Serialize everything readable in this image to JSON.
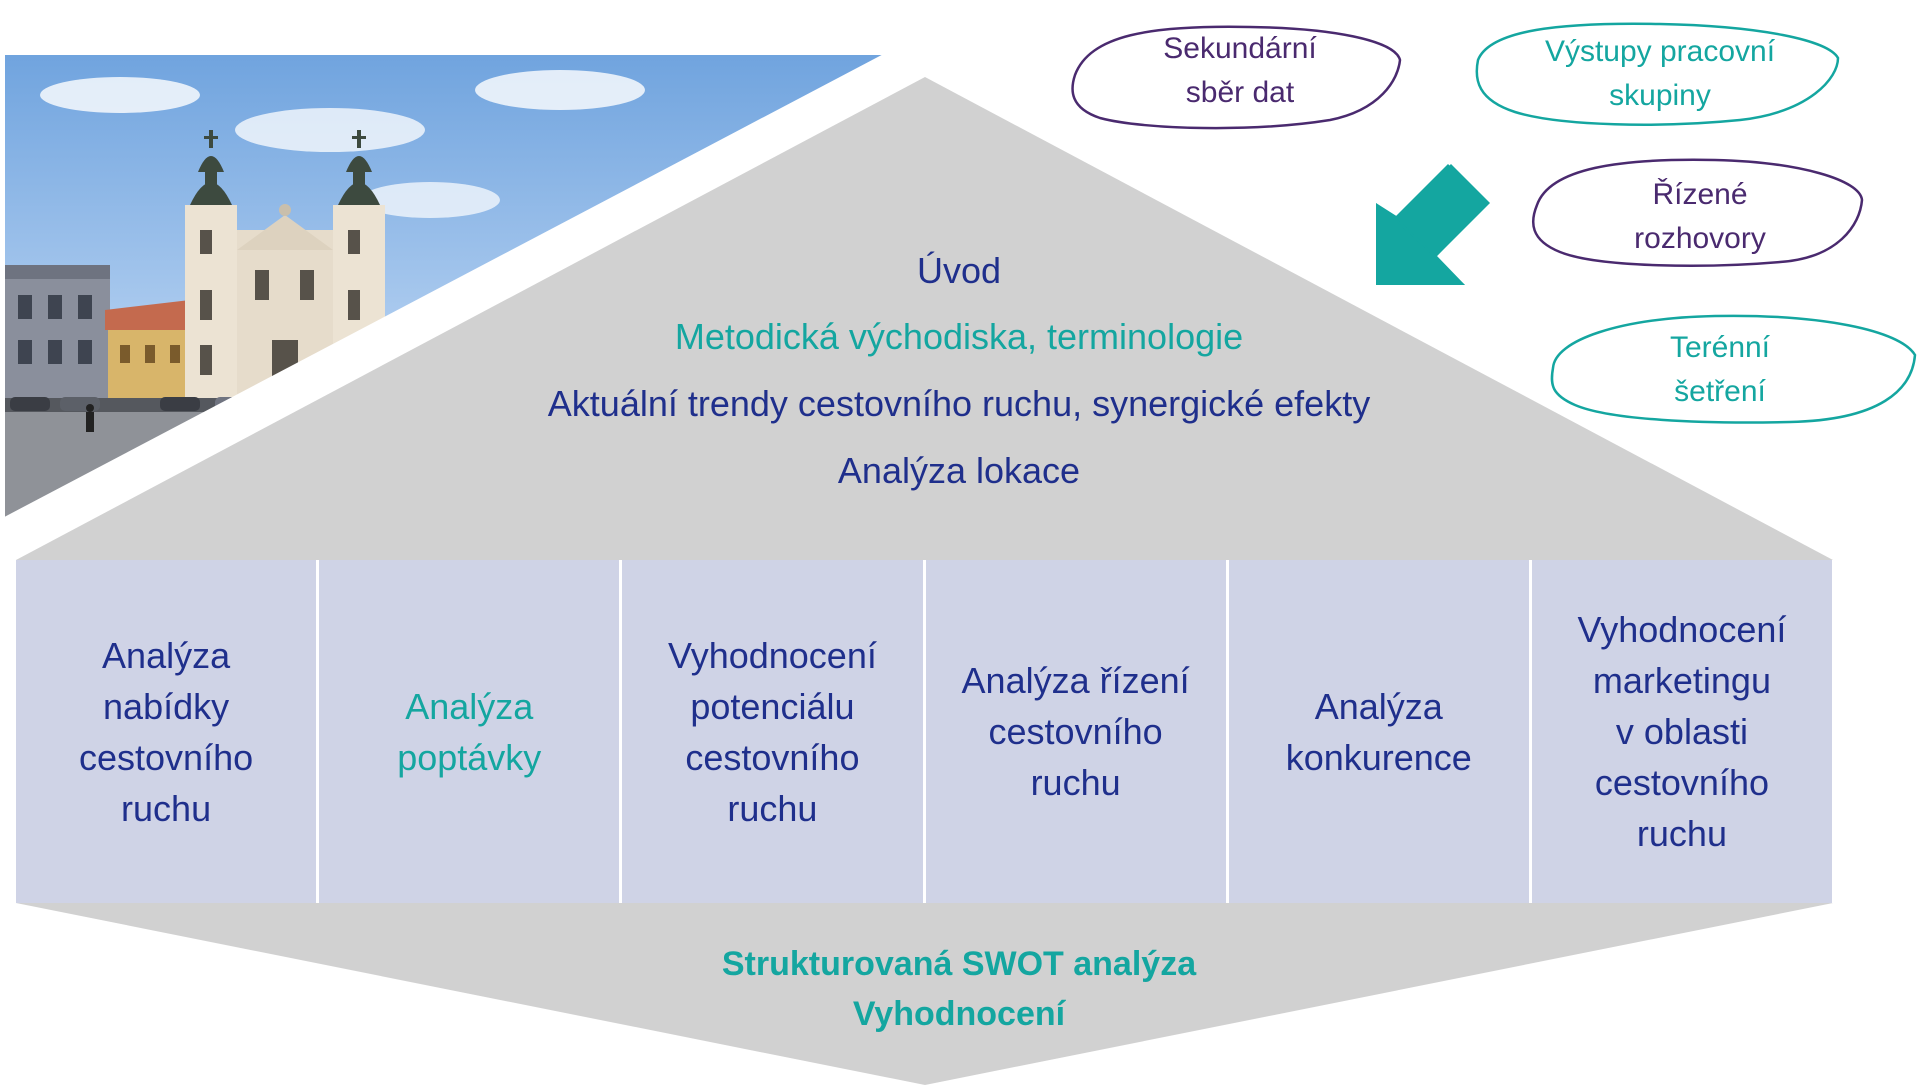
{
  "colors": {
    "navy": "#1f2f8c",
    "teal": "#14a6a0",
    "purple": "#4a2a6f",
    "roof": "#d1d1d1",
    "pillars": "#cfd3e6"
  },
  "roof": {
    "lines": [
      {
        "text": "Úvod",
        "color": "navy"
      },
      {
        "text": "Metodická východiska, terminologie",
        "color": "teal"
      },
      {
        "text": "Aktuální trendy cestovního ruchu, synergické efekty",
        "color": "navy"
      },
      {
        "text": "Analýza lokace",
        "color": "navy"
      }
    ]
  },
  "pillars": [
    {
      "text": "Analýza\nnabídky\ncestovního\nruchu",
      "color": "navy"
    },
    {
      "text": "Analýza\npoptávky",
      "color": "teal"
    },
    {
      "text": "Vyhodnocení\npotenciálu\ncestovního\nruchu",
      "color": "navy"
    },
    {
      "text": "Analýza řízení\ncestovního\nruchu",
      "color": "navy"
    },
    {
      "text": "Analýza\nkonkurence",
      "color": "navy"
    },
    {
      "text": "Vyhodnocení\nmarketingu\nv oblasti\ncestovního\nruchu",
      "color": "navy"
    }
  ],
  "base": {
    "line1": "Strukturovaná SWOT analýza",
    "line2": "Vyhodnocení"
  },
  "sources": [
    {
      "text": "Sekundární\nsběr dat",
      "color": "purple"
    },
    {
      "text": "Výstupy pracovní\nskupiny",
      "color": "teal"
    },
    {
      "text": "Řízené\nrozhovory",
      "color": "purple"
    },
    {
      "text": "Terénní\nšetření",
      "color": "teal"
    }
  ],
  "arrow_icon": "diagonal-arrow-down-left-icon",
  "photo_icon": "town-square-church-photo"
}
